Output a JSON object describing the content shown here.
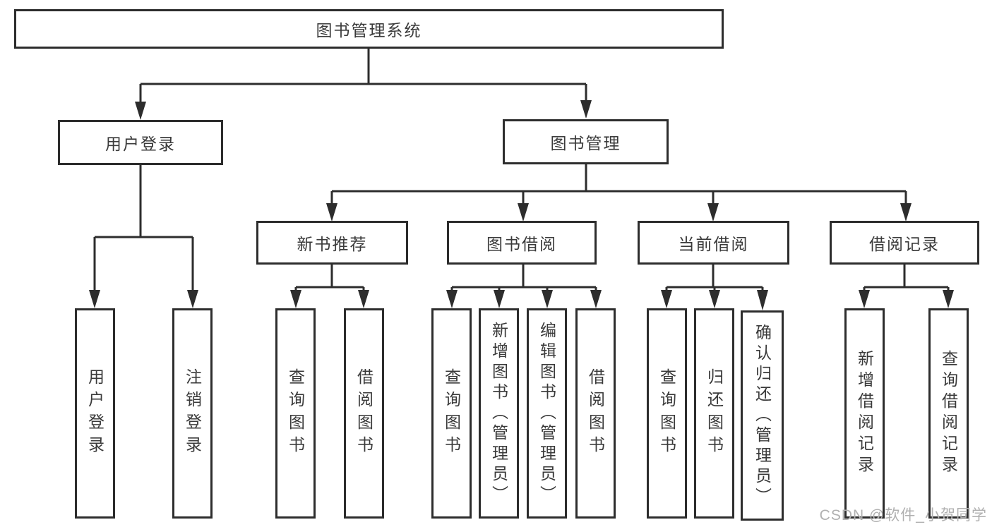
{
  "tree": {
    "label": "图书管理系统",
    "children": [
      {
        "label": "用户登录",
        "children": [
          {
            "label": "用户登录"
          },
          {
            "label": "注销登录"
          }
        ]
      },
      {
        "label": "图书管理",
        "children": [
          {
            "label": "新书推荐",
            "children": [
              {
                "label": "查询图书"
              },
              {
                "label": "借阅图书"
              }
            ]
          },
          {
            "label": "图书借阅",
            "children": [
              {
                "label": "查询图书"
              },
              {
                "label": "新增图书（管理员）"
              },
              {
                "label": "编辑图书（管理员）"
              },
              {
                "label": "借阅图书"
              }
            ]
          },
          {
            "label": "当前借阅",
            "children": [
              {
                "label": "查询图书"
              },
              {
                "label": "归还图书"
              },
              {
                "label": "确认归还（管理员）"
              }
            ]
          },
          {
            "label": "借阅记录",
            "children": [
              {
                "label": "新增借阅记录"
              },
              {
                "label": "查询借阅记录"
              }
            ]
          }
        ]
      }
    ]
  },
  "watermark": {
    "text": "CSDN @软件_小贺同学"
  },
  "colors": {
    "line": "#2d2d2d",
    "text": "#3a3a3a",
    "watermark": "#b0b0b0",
    "background": "#ffffff"
  }
}
